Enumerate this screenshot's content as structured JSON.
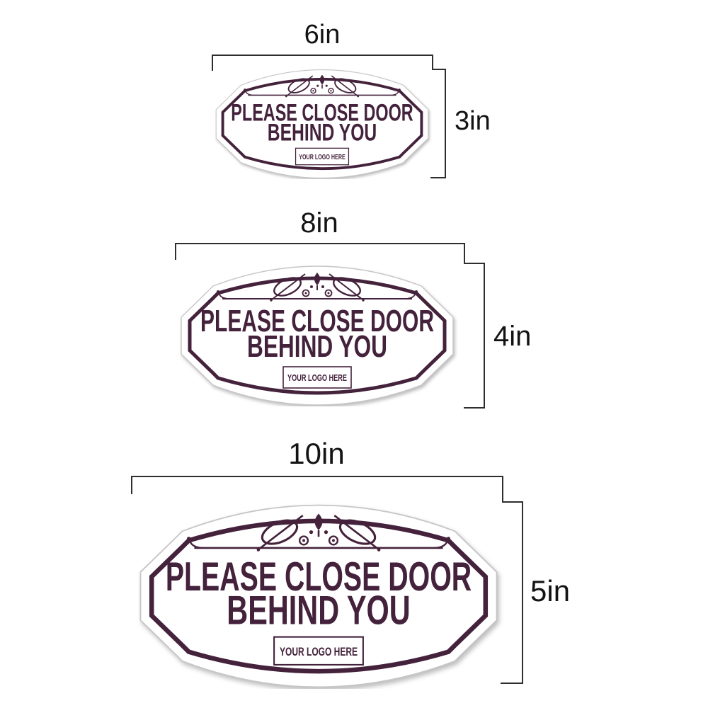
{
  "colors": {
    "sign_maroon": "#44223c",
    "dimension_line": "#2e2e2e",
    "label_text": "#131313",
    "plaque_edge": "#c8c5c8"
  },
  "signs": [
    {
      "size_name": "6in x 3in",
      "width_label": "6in",
      "height_label": "3in",
      "title_line1": "PLEASE CLOSE DOOR",
      "title_line2": "BEHIND YOU",
      "logo_text": "YOUR LOGO HERE"
    },
    {
      "size_name": "8in x 4in",
      "width_label": "8in",
      "height_label": "4in",
      "title_line1": "PLEASE CLOSE DOOR",
      "title_line2": "BEHIND YOU",
      "logo_text": "YOUR LOGO HERE"
    },
    {
      "size_name": "10in x 5in",
      "width_label": "10in",
      "height_label": "5in",
      "title_line1": "PLEASE CLOSE DOOR",
      "title_line2": "BEHIND YOU",
      "logo_text": "YOUR LOGO HERE"
    }
  ]
}
